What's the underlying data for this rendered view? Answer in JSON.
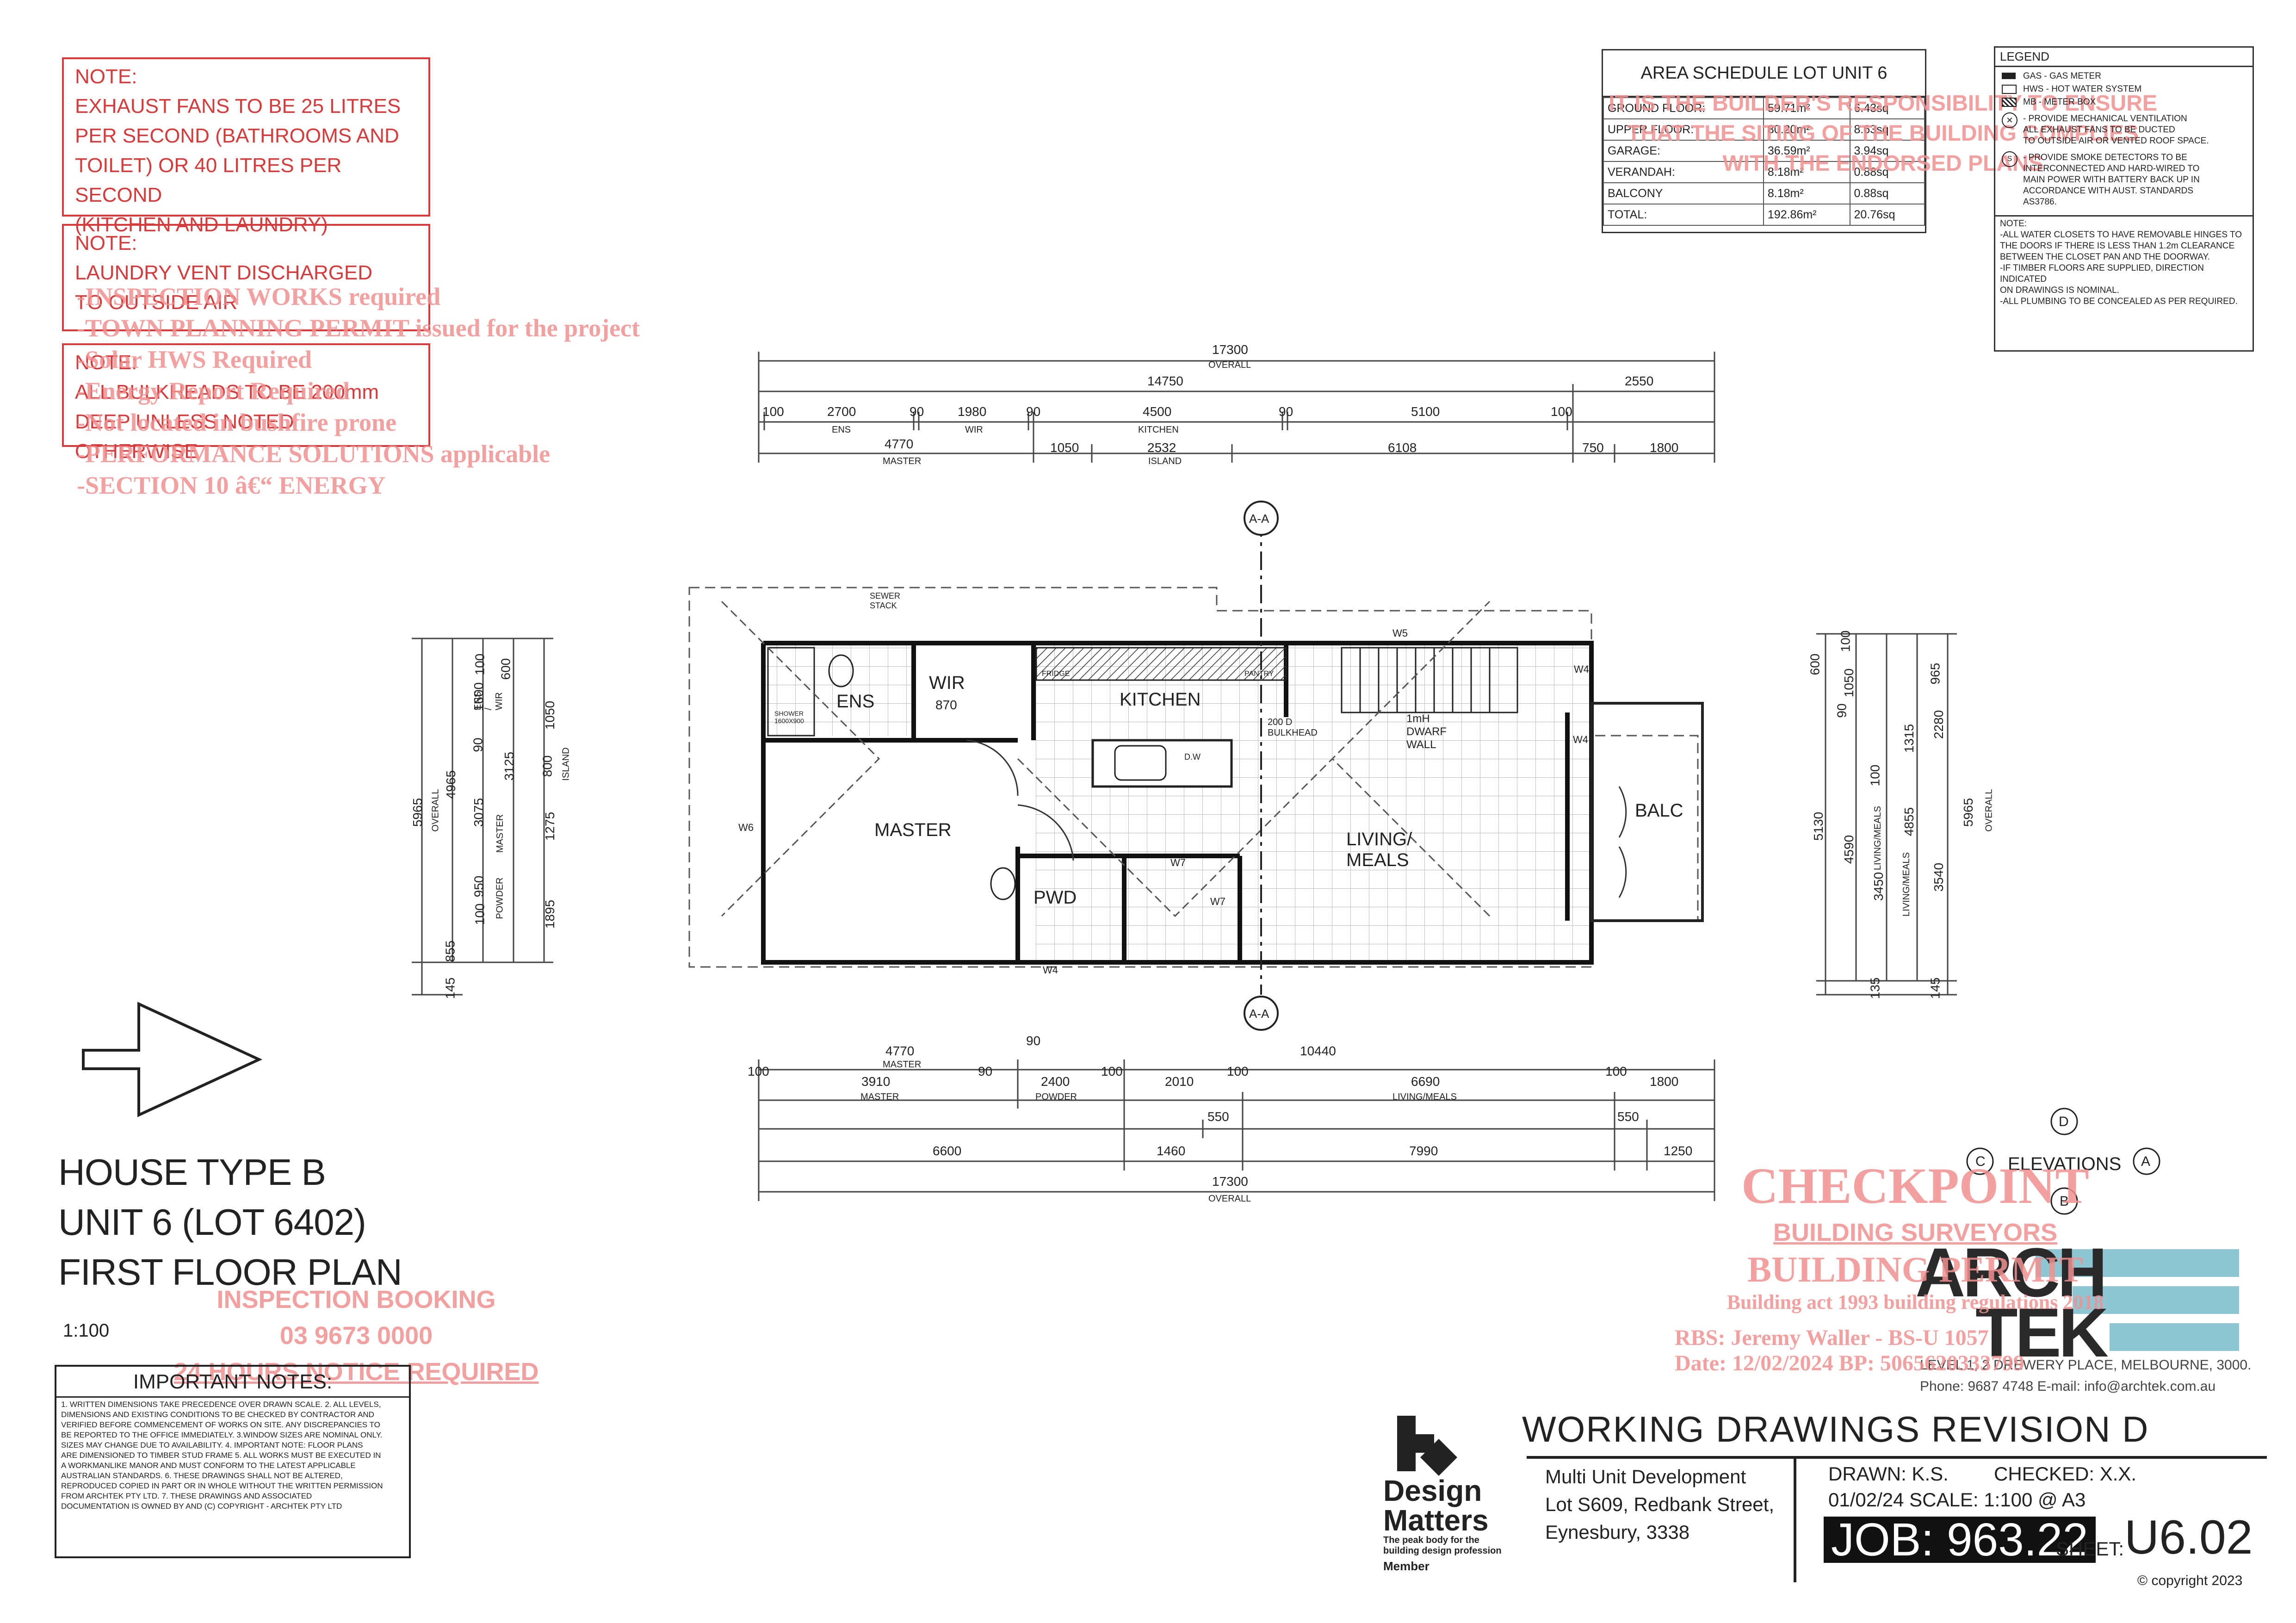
{
  "notes": [
    {
      "header": "NOTE:",
      "lines": [
        "EXHAUST FANS TO BE 25 LITRES",
        "PER SECOND (BATHROOMS AND",
        "TOILET) OR 40 LITRES PER SECOND",
        "(KITCHEN AND LAUNDRY)"
      ]
    },
    {
      "header": "NOTE:",
      "lines": [
        "LAUNDRY VENT DISCHARGED",
        "TO OUTSIDE AIR"
      ]
    },
    {
      "header": "NOTE:",
      "lines": [
        "ALL BULKHEADS TO BE 200mm",
        "DEEP UNLESS NOTED OTHERWISE"
      ]
    }
  ],
  "stamp_lines": [
    "-INSPECTION WORKS required",
    "-TOWN PLANNING PERMIT issued for the project",
    "-Solar HWS Required",
    "-Energy Report Required",
    "-Not located in bushfire prone",
    "-PERFORMANCE SOLUTIONS applicable",
    "-SECTION 10 â€“ ENERGY"
  ],
  "builder_stamp": [
    "IT IS THE BUILDER'S RESPONSIBILITY TO ENSURE",
    "THAT THE SITING OF THE BUILDING COMPLIES",
    "WITH THE ENDORSED PLANS"
  ],
  "area_schedule": {
    "title": "AREA SCHEDULE LOT UNIT 6",
    "rows": [
      [
        "GROUND FLOOR:",
        "59.71m²",
        "6.43sq"
      ],
      [
        "UPPER FLOOR:",
        "80.20m²",
        "8.63sq"
      ],
      [
        "GARAGE:",
        "36.59m²",
        "3.94sq"
      ],
      [
        "VERANDAH:",
        "8.18m²",
        "0.88sq"
      ],
      [
        "BALCONY",
        "8.18m²",
        "0.88sq"
      ],
      [
        "TOTAL:",
        "192.86m²",
        "20.76sq"
      ]
    ]
  },
  "legend": {
    "title": "LEGEND",
    "items": [
      "GAS - GAS METER",
      "HWS - HOT WATER SYSTEM",
      "MB - METER BOX"
    ],
    "vent": [
      "- PROVIDE MECHANICAL VENTILATION",
      "ALL EXHAUST FANS TO BE DUCTED",
      "TO OUTSIDE AIR OR VENTED ROOF SPACE."
    ],
    "smoke": [
      "- PROVIDE SMOKE DETECTORS TO BE",
      "INTERCONNECTED AND HARD-WIRED TO",
      "MAIN POWER WITH BATTERY BACK UP IN",
      "ACCORDANCE WITH AUST. STANDARDS",
      "AS3786."
    ],
    "note_header": "NOTE:",
    "note_lines": [
      "-ALL WATER CLOSETS TO HAVE REMOVABLE HINGES TO",
      "THE DOORS IF THERE IS LESS THAN 1.2m CLEARANCE",
      "BETWEEN THE CLOSET PAN AND THE DOORWAY.",
      "-IF TIMBER FLOORS ARE SUPPLIED, DIRECTION INDICATED",
      "ON DRAWINGS IS NOMINAL.",
      "-ALL PLUMBING TO BE CONCEALED AS PER REQUIRED."
    ]
  },
  "dims_top": {
    "overall": "17300",
    "overall_label": "OVERALL",
    "row2": [
      "14750",
      "2550"
    ],
    "row3": [
      "100",
      "2700",
      "90",
      "1980",
      "90",
      "4500",
      "90",
      "5100",
      "100"
    ],
    "row3_labels": [
      "ENS",
      "WIR",
      "KITCHEN"
    ],
    "row4": [
      "4770",
      "1050",
      "2532",
      "6108",
      "750",
      "1800"
    ],
    "row4_labels": [
      "MASTER",
      "ISLAND"
    ]
  },
  "dims_bottom": {
    "row1": [
      "4770",
      "90",
      "10440"
    ],
    "row1_labels": [
      "MASTER"
    ],
    "row2": [
      "100",
      "3910",
      "90",
      "2400",
      "100",
      "2010",
      "100",
      "6690",
      "100",
      "1800"
    ],
    "row2_labels": [
      "MASTER",
      "POWDER",
      "LIVING/MEALS"
    ],
    "row3": [
      "550",
      "550"
    ],
    "row4": [
      "6600",
      "1460",
      "7990",
      "1250"
    ],
    "overall": "17300",
    "overall_label": "OVERALL"
  },
  "dims_left": {
    "overall": "5965",
    "overall_label": "OVERALL",
    "col2": [
      "4965"
    ],
    "col3": [
      "100",
      "1600",
      "90",
      "3075",
      "950",
      "100",
      "855",
      "145"
    ],
    "col3_labels": [
      "ENS / WIR",
      "MASTER",
      "POWDER"
    ],
    "col4": [
      "600",
      "1050",
      "3125",
      "800",
      "1275",
      "1895"
    ],
    "col4_labels": [
      "ISLAND"
    ]
  },
  "dims_right": {
    "overall": "5965",
    "overall_label": "OVERALL",
    "col1": [
      "600",
      "1050",
      "5130",
      "135"
    ],
    "col2": [
      "100",
      "90",
      "4590",
      "100"
    ],
    "col3": [
      "1315",
      "4855",
      "3450",
      "145"
    ],
    "col4": [
      "965",
      "2280",
      "3540"
    ],
    "col_labels": [
      "LIVING/MEALS",
      "LIVING/MEALS"
    ]
  },
  "rooms": {
    "ens": "ENS",
    "wir": "WIR",
    "kitchen": "KITCHEN",
    "master": "MASTER",
    "pwd": "PWD",
    "living": "LIVING/ MEALS",
    "balc": "BALC",
    "sewer": "SEWER STACK",
    "bulkhead": "200 D BULKHEAD",
    "dwarf": "1mH DWARF WALL",
    "shower": "SHOWER 1600X900",
    "robe": "870",
    "pantry": "PANTRY",
    "fridge": "FRIDGE",
    "dw": "D.W"
  },
  "windows": [
    "W5",
    "W4",
    "W6",
    "W7",
    "W4",
    "W7",
    "W4"
  ],
  "section_marks": [
    "A-A",
    "A-A"
  ],
  "title": {
    "lines": [
      "HOUSE TYPE B",
      "UNIT 6 (LOT 6402)",
      "FIRST FLOOR PLAN"
    ],
    "scale": "1:100"
  },
  "inspection_stamp": [
    "INSPECTION BOOKING",
    "03 9673 0000",
    "24 HOURS NOTICE REQUIRED"
  ],
  "important_notes": {
    "header": "IMPORTANT NOTES:",
    "body": [
      "1. WRITTEN DIMENSIONS TAKE PRECEDENCE OVER DRAWN SCALE. 2. ALL LEVELS,",
      "DIMENSIONS AND EXISTING CONDITIONS TO BE CHECKED BY CONTRACTOR AND",
      "VERIFIED BEFORE COMMENCEMENT OF WORKS ON SITE. ANY DISCREPANCIES TO",
      "BE REPORTED TO THE OFFICE IMMEDIATELY. 3.WINDOW SIZES ARE NOMINAL ONLY.",
      "SIZES MAY CHANGE DUE TO AVAILABILITY. 4. IMPORTANT NOTE: FLOOR PLANS",
      "ARE DIMENSIONED TO TIMBER STUD FRAME 5. ALL WORKS MUST BE EXECUTED IN",
      "A WORKMANLIKE MANOR AND MUST CONFORM TO THE LATEST APPLICABLE",
      "AUSTRALIAN STANDARDS. 6. THESE DRAWINGS SHALL NOT BE ALTERED,",
      "REPRODUCED COPIED IN PART OR IN WHOLE WITHOUT THE WRITTEN PERMISSION",
      "FROM ARCHTEK PTY LTD. 7. THESE DRAWINGS AND ASSOCIATED",
      "DOCUMENTATION IS OWNED BY AND (C) COPYRIGHT - ARCHTEK PTY LTD"
    ]
  },
  "design_matters": {
    "name1": "Design",
    "name2": "Matters",
    "tag1": "The peak body for the",
    "tag2": "building design profession",
    "member": "Member"
  },
  "elevations": {
    "label": "ELEVATIONS",
    "keys": [
      "A",
      "B",
      "C",
      "D"
    ]
  },
  "checkpoint": {
    "name": "CHECKPOINT",
    "sub": "BUILDING SURVEYORS",
    "permit": "BUILDING PERMIT",
    "act": "Building act 1993 building regulations 2018",
    "rbs": "RBS: Jeremy Waller - BS-U 1057",
    "date": "Date: 12/02/2024  BP: 5065620333799"
  },
  "archtek": {
    "l1": "ARCH",
    "l2": "TEK",
    "address": "LEVEL 1, 2 DREWERY PLACE, MELBOURNE, 3000.",
    "contact": "Phone: 9687 4748 E-mail: info@archtek.com.au"
  },
  "titleblock": {
    "heading": "WORKING DRAWINGS REVISION D",
    "project": [
      "Multi Unit Development",
      "Lot S609, Redbank Street,",
      "Eynesbury, 3338"
    ],
    "drawn": "DRAWN:  K.S.",
    "checked": "CHECKED: X.X.",
    "date_scale": "01/02/24  SCALE: 1:100 @ A3",
    "job": "JOB:  963.22",
    "sheet_label": "SHEET:",
    "sheet": "U6.02",
    "copyright": "copyright 2023"
  },
  "colors": {
    "note_red": "#d63a3a",
    "stamp_pink": "#f09090",
    "tile": "#b9bfc6",
    "teal": "#8ec6d4"
  }
}
